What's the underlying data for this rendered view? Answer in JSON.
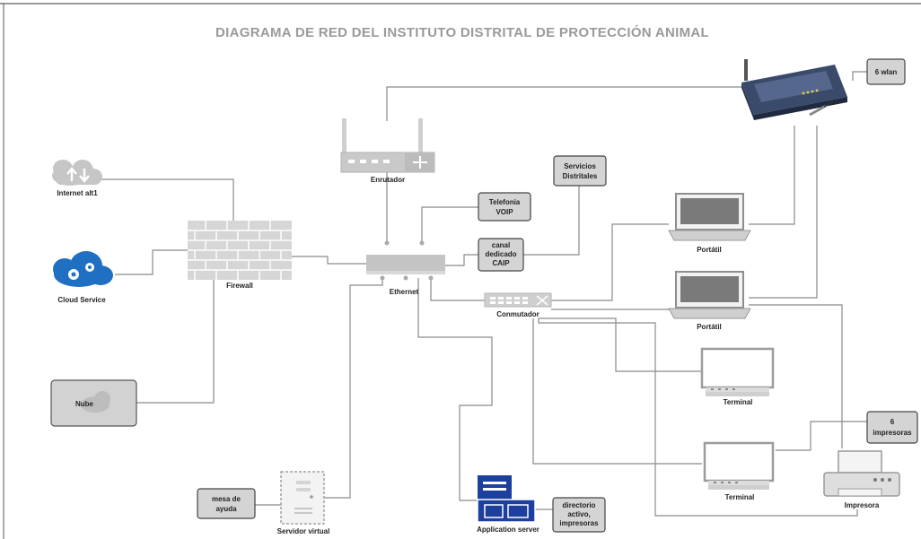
{
  "title": "DIAGRAMA DE RED DEL INSTITUTO DISTRITAL DE PROTECCIÓN ANIMAL",
  "nodes": {
    "internet": "Internet alt1",
    "cloud_service": "Cloud Service",
    "nube": "Nube",
    "firewall": "Firewall",
    "enrutador": "Enrutador",
    "ethernet": "Ethernet",
    "conmutador": "Conmutador",
    "portatil_1": "Portátil",
    "portatil_2": "Portátil",
    "terminal_1": "Terminal",
    "terminal_2": "Terminal",
    "impresora": "Impresora",
    "servidor_virtual": "Servidor virtual",
    "application_server": "Application server"
  },
  "notes": {
    "wlan": [
      "6 wlan"
    ],
    "servicios": [
      "Servicios",
      "Distritales"
    ],
    "telefonia": [
      "Telefonia",
      "VOIP"
    ],
    "canal": [
      "canal",
      "dedicado",
      "CAIP"
    ],
    "impresoras": [
      "6",
      "impresoras"
    ],
    "mesa": [
      "mesa de",
      "ayuda"
    ],
    "directorio": [
      "directorio",
      "activo,",
      "impresoras"
    ]
  },
  "colors": {
    "cloud_blue": "#1f6fc2",
    "server_blue": "#1d3f9e",
    "note_fill": "#d4d4d4",
    "wire": "#8a8a8a"
  }
}
